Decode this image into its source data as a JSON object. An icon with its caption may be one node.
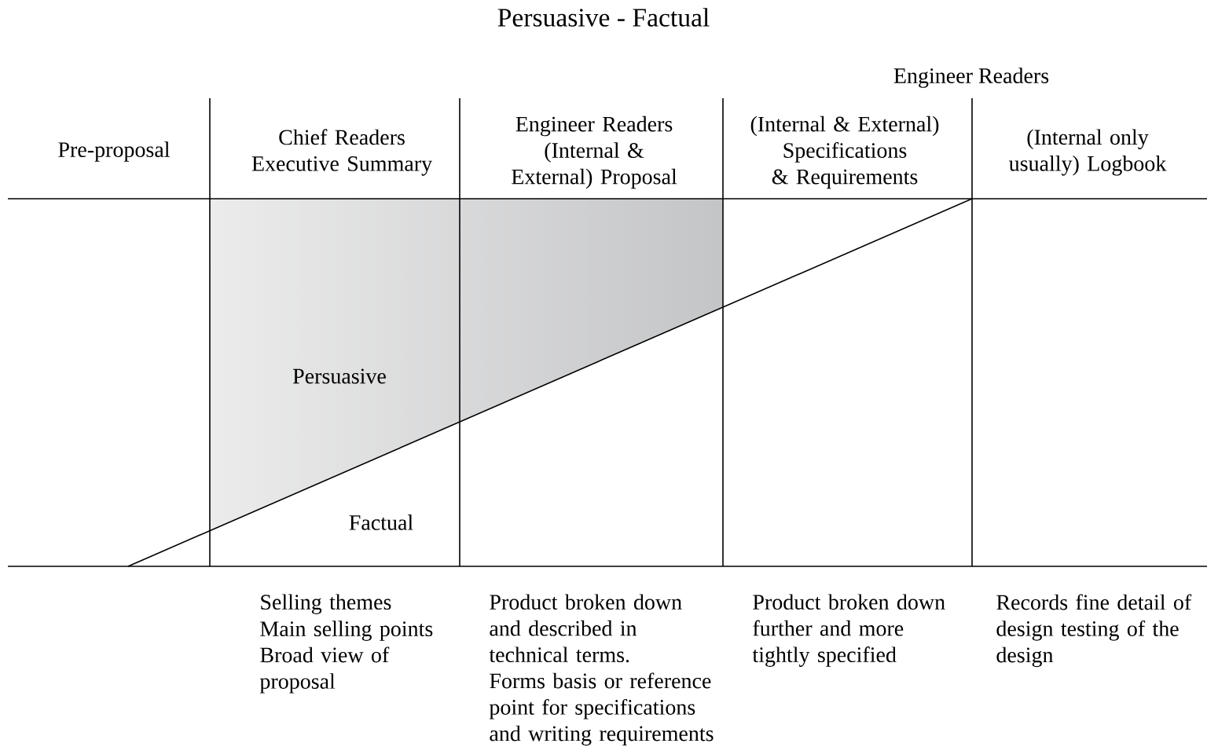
{
  "diagram": {
    "title": "Persuasive - Factual",
    "labels": [
      "Engineer Readers",
      "Pre-proposal",
      "Chief Readers Executive Summary",
      "Engineer Readers (Internal & External) Proposal",
      "(Internal & External) Specifications & Requirements",
      "(Internal only usually) Logbook",
      "Persuasive",
      "Factual",
      "Selling themes",
      "Main selling points",
      "Broad view of proposal",
      "Product broken down and described in technical terms.",
      "Forms basis or reference point for specifications and writing requirements",
      "Product broken down further and more tightly specified",
      "Records fine detail of design testing of the design"
    ]
  }
}
